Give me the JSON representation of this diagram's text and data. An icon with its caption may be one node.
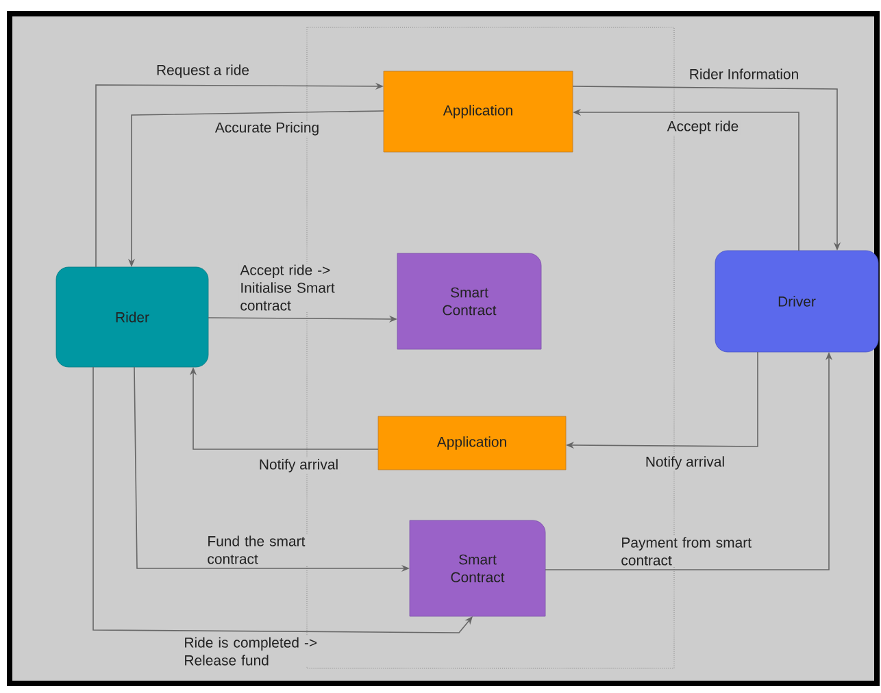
{
  "diagram": {
    "nodes": [
      {
        "text": [
          "Application"
        ]
      },
      {
        "text": [
          "Rider"
        ]
      },
      {
        "text": [
          "Smart Contract"
        ]
      },
      {
        "text": [
          "Driver"
        ]
      },
      {
        "text": [
          "Application"
        ]
      },
      {
        "text": [
          "Smart Contract"
        ]
      }
    ],
    "edges": [
      {
        "from": 1,
        "to": 0,
        "arrow": "to",
        "label": "Request a ride"
      },
      {
        "from": 0,
        "to": 1,
        "arrow": "to",
        "label": "Accurate Pricing"
      },
      {
        "from": 0,
        "to": 3,
        "arrow": "to",
        "label": "Rider Information"
      },
      {
        "from": 3,
        "to": 0,
        "arrow": "to",
        "label": "Accept ride"
      },
      {
        "from": 1,
        "to": 2,
        "arrow": "to",
        "label": "Accept ride -> Initialise Smart contract"
      },
      {
        "from": 3,
        "to": 4,
        "arrow": "to",
        "label": "Notify arrival"
      },
      {
        "from": 4,
        "to": 1,
        "arrow": "to",
        "label": "Notify arrival"
      },
      {
        "from": 1,
        "to": 5,
        "arrow": "to",
        "label": "Fund the smart contract"
      },
      {
        "from": 5,
        "to": 3,
        "arrow": "to",
        "label": "Payment from smart contract"
      },
      {
        "from": 1,
        "to": 5,
        "arrow": "to",
        "label": "Ride is completed -> Release fund"
      }
    ]
  }
}
